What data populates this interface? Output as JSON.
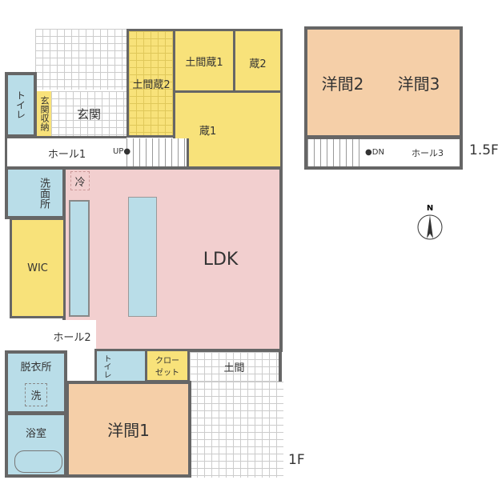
{
  "floor_1f": {
    "label": "1F",
    "rooms": {
      "toilet_top": "トイレ",
      "genkan_storage": "玄関収納",
      "genkan": "玄関",
      "doma_kura2": "土間蔵2",
      "doma_kura1": "土間蔵1",
      "kura2": "蔵2",
      "kura1": "蔵1",
      "hall1": "ホール1",
      "up": "UP",
      "washroom": "洗面所",
      "fridge": "冷",
      "ldk": "LDK",
      "wic": "WIC",
      "hall2": "ホール2",
      "dressing": "脱衣所",
      "washer": "洗",
      "bath": "浴室",
      "toilet2": "トイレ",
      "closet": "クローゼット",
      "doma": "土間",
      "western1": "洋間1"
    }
  },
  "floor_15f": {
    "label": "1.5F",
    "rooms": {
      "western2": "洋間2",
      "western3": "洋間3",
      "hall3": "ホール3",
      "dn": "DN"
    }
  },
  "compass": {
    "north": "N"
  },
  "colors": {
    "ldk": "#f2cfcf",
    "western": "#f5cfa8",
    "storage": "#f8e27a",
    "wet": "#b9dde8",
    "wall": "#666666"
  }
}
